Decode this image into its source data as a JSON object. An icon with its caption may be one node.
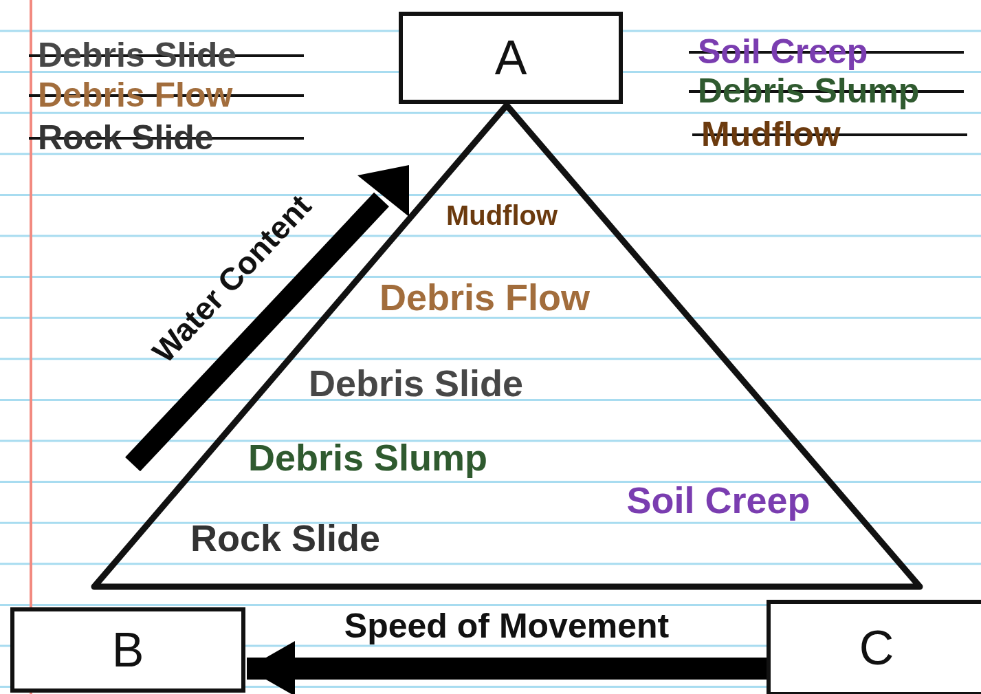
{
  "diagram": {
    "nodes": [
      {
        "text": [
          "A"
        ]
      },
      {
        "text": [
          "Mudflow",
          "Debris Flow",
          "Debris Slide",
          "Debris Slump",
          "Soil Creep",
          "Rock Slide"
        ]
      },
      {
        "text": [
          "B"
        ]
      },
      {
        "text": [
          "C"
        ]
      }
    ],
    "edges": [
      {
        "from": 3,
        "to": 2,
        "arrow": "to",
        "label": "Speed of Movement"
      }
    ],
    "labels": [
      "Debris Slide",
      "Debris Flow",
      "Rock Slide",
      "Soil Creep",
      "Debris Slump",
      "Mudflow",
      "Water Content"
    ]
  }
}
